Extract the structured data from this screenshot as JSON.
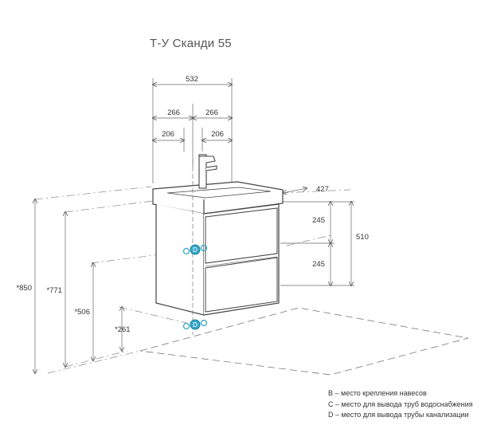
{
  "title": "Т-У Сканди 55",
  "dimensions": {
    "width_total": "532",
    "half_left": "266",
    "half_right": "266",
    "offset_left": "206",
    "offset_right": "206",
    "depth": "427",
    "upper_section": "245",
    "lower_section": "245",
    "cabinet_height": "510",
    "height_850": "*850",
    "height_771": "*771",
    "height_506": "*506",
    "height_261": "*261"
  },
  "markers": {
    "upper": "D",
    "lower": "D"
  },
  "legend": [
    "В – место крепления навесов",
    "С – место для вывода труб водоснабжения",
    "D – место для вывода трубы канализации"
  ],
  "colors": {
    "line": "#555555",
    "dim_line": "#666666",
    "marker_fill": "#35a7c9",
    "marker_stroke": "#1f7fa0"
  }
}
